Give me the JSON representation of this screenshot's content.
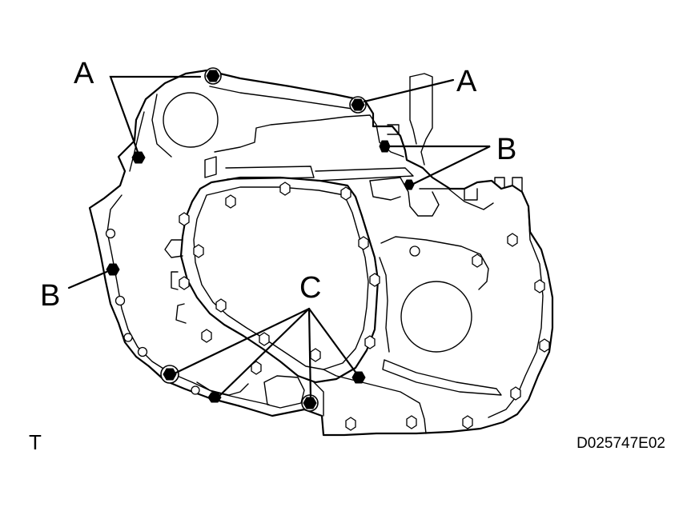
{
  "diagram": {
    "callouts": [
      {
        "key": "a_left",
        "text": "A"
      },
      {
        "key": "a_right",
        "text": "A"
      },
      {
        "key": "b_right",
        "text": "B"
      },
      {
        "key": "b_left",
        "text": "B"
      },
      {
        "key": "c_center",
        "text": "C"
      }
    ],
    "view_indicator": "T",
    "figure_code": "D025747E02"
  }
}
